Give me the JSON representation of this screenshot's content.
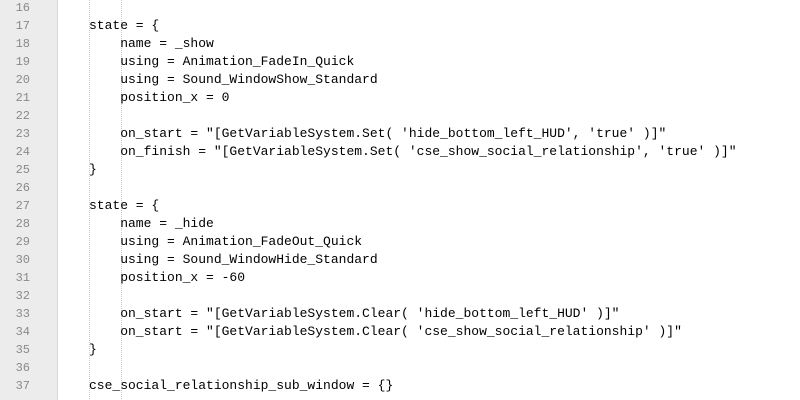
{
  "editor": {
    "lines": [
      {
        "number": "16",
        "code": ""
      },
      {
        "number": "17",
        "code": "state = {"
      },
      {
        "number": "18",
        "code": "    name = _show"
      },
      {
        "number": "19",
        "code": "    using = Animation_FadeIn_Quick"
      },
      {
        "number": "20",
        "code": "    using = Sound_WindowShow_Standard"
      },
      {
        "number": "21",
        "code": "    position_x = 0"
      },
      {
        "number": "22",
        "code": ""
      },
      {
        "number": "23",
        "code": "    on_start = \"[GetVariableSystem.Set( 'hide_bottom_left_HUD', 'true' )]\""
      },
      {
        "number": "24",
        "code": "    on_finish = \"[GetVariableSystem.Set( 'cse_show_social_relationship', 'true' )]\""
      },
      {
        "number": "25",
        "code": "}"
      },
      {
        "number": "26",
        "code": ""
      },
      {
        "number": "27",
        "code": "state = {"
      },
      {
        "number": "28",
        "code": "    name = _hide"
      },
      {
        "number": "29",
        "code": "    using = Animation_FadeOut_Quick"
      },
      {
        "number": "30",
        "code": "    using = Sound_WindowHide_Standard"
      },
      {
        "number": "31",
        "code": "    position_x = -60"
      },
      {
        "number": "32",
        "code": ""
      },
      {
        "number": "33",
        "code": "    on_start = \"[GetVariableSystem.Clear( 'hide_bottom_left_HUD' )]\""
      },
      {
        "number": "34",
        "code": "    on_start = \"[GetVariableSystem.Clear( 'cse_show_social_relationship' )]\""
      },
      {
        "number": "35",
        "code": "}"
      },
      {
        "number": "36",
        "code": ""
      },
      {
        "number": "37",
        "code": "cse_social_relationship_sub_window = {}"
      }
    ]
  }
}
